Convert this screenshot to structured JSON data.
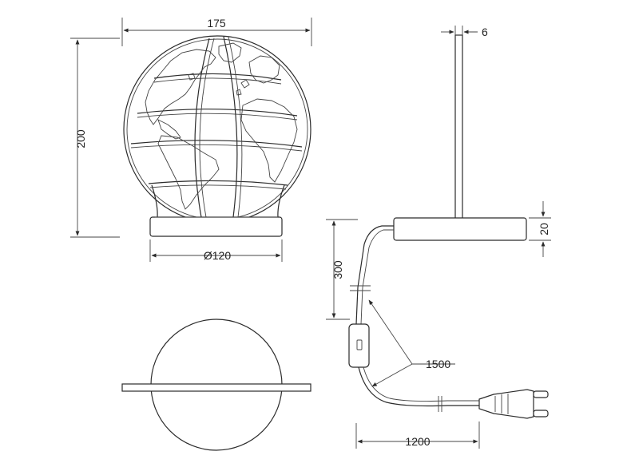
{
  "dimensions": {
    "width_top": "175",
    "height_left": "200",
    "base_diameter": "Ø120",
    "stem_thickness": "6",
    "base_height": "20",
    "cord_switch_length": "300",
    "cord_total_length": "1500",
    "cord_plug_length": "1200"
  },
  "colors": {
    "line": "#2b2b2b",
    "background": "#ffffff"
  }
}
